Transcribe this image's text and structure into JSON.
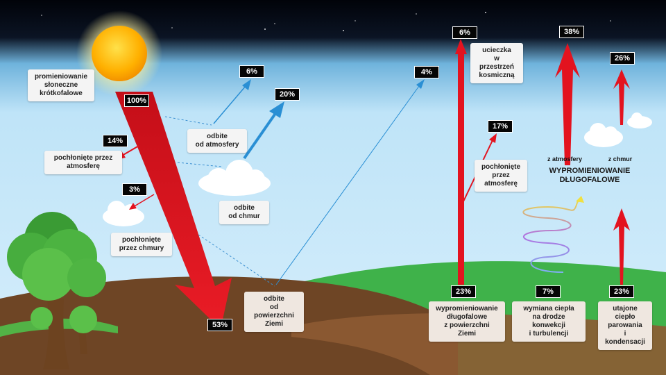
{
  "colors": {
    "space": "#03060f",
    "sky": "#bfe4f8",
    "ground_brown": "#6e4525",
    "ground_green": "#3fb24a",
    "arrow_red": "#e3131f",
    "arrow_blue": "#2a8fd4"
  },
  "incoming": {
    "label": "promieniowanie\nsłoneczne\nkrótkofalowe",
    "percent": "100%"
  },
  "shortwave": {
    "absorbed_atmosphere": {
      "percent": "14%",
      "label": "pochłonięte przez\natmosferę"
    },
    "absorbed_clouds": {
      "percent": "3%",
      "label": "pochłonięte\nprzez chmury"
    },
    "reflected_atmosphere": {
      "percent": "6%",
      "label": "odbite\nod atmosfery"
    },
    "reflected_clouds": {
      "percent": "20%",
      "label": "odbite\nod chmur"
    },
    "reflected_surface": {
      "percent": "4%",
      "label": "odbite\nod powierzchni\nZiemi"
    },
    "absorbed_surface": {
      "percent": "53%"
    }
  },
  "longwave": {
    "escape_space": {
      "percent": "6%",
      "label": "ucieczka\nw przestrzeń\nkosmiczną"
    },
    "absorbed_atmosphere": {
      "percent": "17%",
      "label": "pochłonięte\nprzez\natmosferę"
    },
    "surface_emission": {
      "percent": "23%",
      "label": "wypromieniowanie\ndługofalowe\nz powierzchni Ziemi"
    },
    "convection": {
      "percent": "7%",
      "label": "wymiana ciepła\nna drodze konwekcji\ni turbulencji"
    },
    "latent_heat": {
      "percent": "23%",
      "label": "utajone ciepło\nparowania\ni kondensacji"
    },
    "from_atmosphere": {
      "percent": "38%",
      "label": "z atmosfery"
    },
    "from_clouds": {
      "percent": "26%",
      "label": "z chmur"
    },
    "title": "WYPROMIENIOWANIE\nDŁUGOFALOWE"
  }
}
